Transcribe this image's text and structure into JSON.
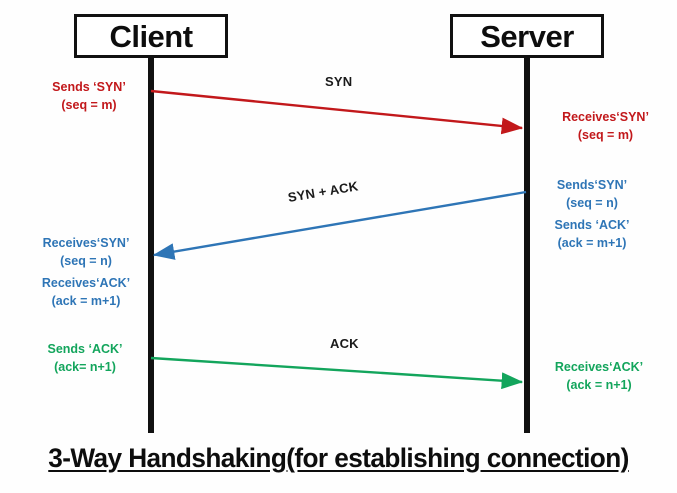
{
  "diagram": {
    "title": "3-Way Handshaking(for establishing connection)",
    "background_color": "#fefefe"
  },
  "endpoints": {
    "client": {
      "label": "Client"
    },
    "server": {
      "label": "Server"
    }
  },
  "colors": {
    "red": "#c2181b",
    "blue": "#2e75b6",
    "green": "#13a55c",
    "black": "#111111"
  },
  "arrows": [
    {
      "id": "syn",
      "caption": "SYN",
      "color": "#c2181b",
      "direction": "client-to-server"
    },
    {
      "id": "syn-ack",
      "caption": "SYN + ACK",
      "color": "#2e75b6",
      "direction": "server-to-client"
    },
    {
      "id": "ack",
      "caption": "ACK",
      "color": "#13a55c",
      "direction": "client-to-server"
    }
  ],
  "notes": {
    "client_sends_syn": {
      "line1": "Sends ‘SYN’",
      "line2": "(seq = m)",
      "color": "#c2181b"
    },
    "server_receives_syn": {
      "line1": "Receives‘SYN’",
      "line2": "(seq = m)",
      "color": "#c2181b"
    },
    "server_sends_syn": {
      "line1": "Sends‘SYN’",
      "line2": "(seq = n)",
      "color": "#2e75b6"
    },
    "server_sends_ack": {
      "line1": "Sends ‘ACK’",
      "line2": "(ack = m+1)",
      "color": "#2e75b6"
    },
    "client_receives_syn": {
      "line1": "Receives‘SYN’",
      "line2": "(seq = n)",
      "color": "#2e75b6"
    },
    "client_receives_ack": {
      "line1": "Receives‘ACK’",
      "line2": "(ack = m+1)",
      "color": "#2e75b6"
    },
    "client_sends_ack": {
      "line1": "Sends ‘ACK’",
      "line2": "(ack= n+1)",
      "color": "#13a55c"
    },
    "server_receives_ack": {
      "line1": "Receives‘ACK’",
      "line2": "(ack = n+1)",
      "color": "#13a55c"
    }
  }
}
